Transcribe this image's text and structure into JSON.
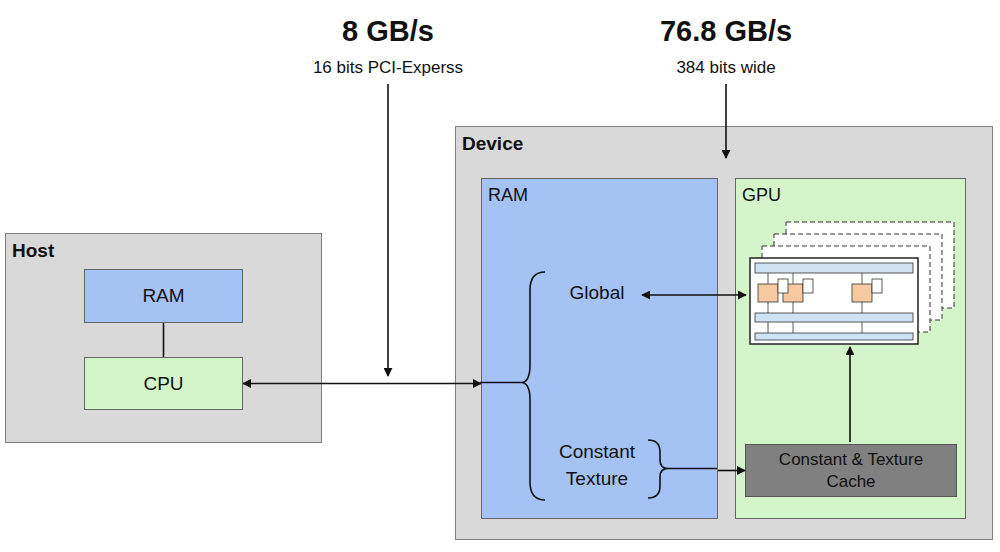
{
  "diagram": {
    "nodes": [
      {
        "text": [
          "Host"
        ]
      },
      {
        "text": [
          "RAM"
        ],
        "in": 0
      },
      {
        "text": [
          "CPU"
        ],
        "in": 0
      },
      {
        "text": [
          "Device"
        ]
      },
      {
        "text": [
          "RAM"
        ],
        "in": 3
      },
      {
        "text": [
          "GPU"
        ],
        "in": 3
      },
      {
        "text": [
          "Constant & Texture Cache"
        ],
        "in": 5
      }
    ],
    "edges": [
      {
        "from": 1,
        "to": 2,
        "arrow": "none"
      },
      {
        "from": 2,
        "to": 4,
        "arrow": "both"
      },
      {
        "from": 4,
        "to": 6,
        "arrow": "to"
      }
    ],
    "labels": [
      "8 GB/s",
      "16 bits PCI-Experss",
      "76.8 GB/s",
      "384 bits wide",
      "Global",
      "Constant Texture"
    ]
  }
}
